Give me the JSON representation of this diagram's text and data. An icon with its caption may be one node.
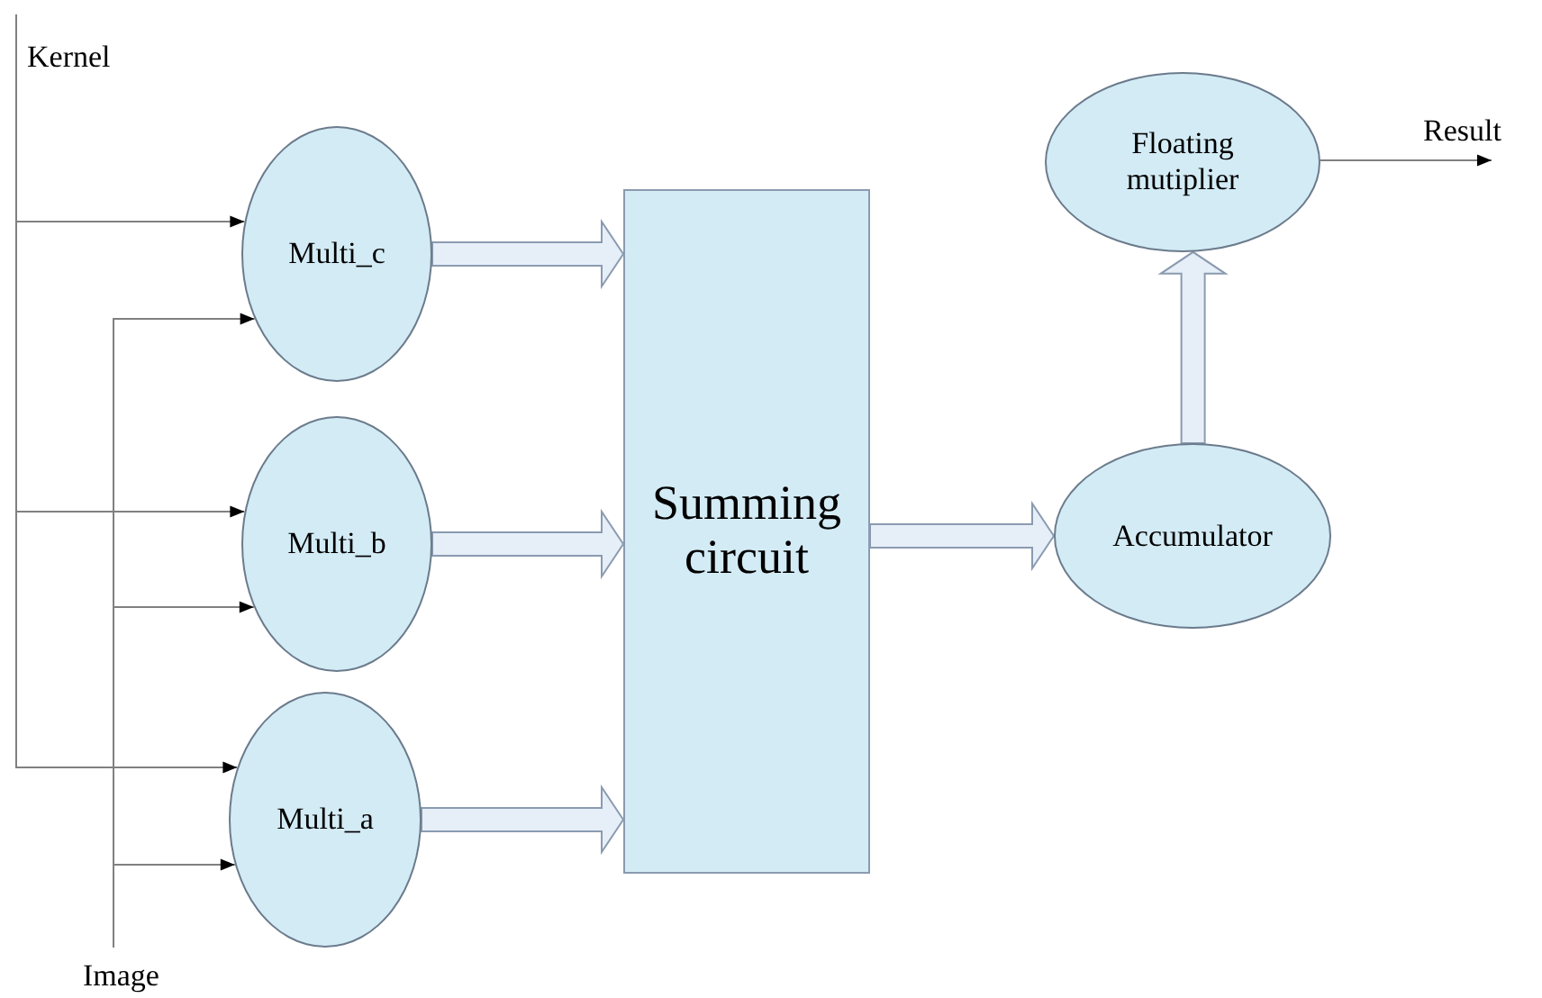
{
  "diagram": {
    "nodes": [
      {
        "text": [
          "Kernel"
        ]
      },
      {
        "text": [
          "Image"
        ]
      },
      {
        "text": [
          "Multi_c"
        ]
      },
      {
        "text": [
          "Multi_b"
        ]
      },
      {
        "text": [
          "Multi_a"
        ]
      },
      {
        "text": [
          "Summing circuit"
        ]
      },
      {
        "text": [
          "Floating mutiplier"
        ]
      },
      {
        "text": [
          "Accumulator"
        ]
      },
      {
        "text": [
          "Result"
        ]
      }
    ],
    "edges": [
      {
        "from": 0,
        "to": 2,
        "arrow": "to"
      },
      {
        "from": 0,
        "to": 3,
        "arrow": "to"
      },
      {
        "from": 0,
        "to": 4,
        "arrow": "to"
      },
      {
        "from": 1,
        "to": 2,
        "arrow": "to"
      },
      {
        "from": 1,
        "to": 3,
        "arrow": "to"
      },
      {
        "from": 1,
        "to": 4,
        "arrow": "to"
      },
      {
        "from": 2,
        "to": 5,
        "arrow": "to",
        "style": "thick"
      },
      {
        "from": 3,
        "to": 5,
        "arrow": "to",
        "style": "thick"
      },
      {
        "from": 4,
        "to": 5,
        "arrow": "to",
        "style": "thick"
      },
      {
        "from": 5,
        "to": 7,
        "arrow": "to",
        "style": "thick"
      },
      {
        "from": 7,
        "to": 6,
        "arrow": "to",
        "style": "thick"
      },
      {
        "from": 6,
        "to": 8,
        "arrow": "to"
      }
    ]
  }
}
